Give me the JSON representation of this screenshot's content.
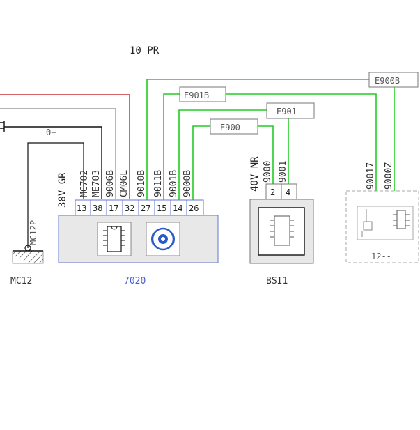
{
  "diagram": {
    "title": "10 PR",
    "connectors": {
      "e900b": "E900B",
      "e901b": "E901B",
      "e901": "E901",
      "e900": "E900"
    },
    "ground": {
      "label": "MC12",
      "wire": "MC12P",
      "ground_symbol": "Θ−"
    },
    "module_7020": {
      "name": "7020",
      "harness": "38V GR",
      "wires": [
        "MC702",
        "ME703",
        "9006B",
        "CM06L",
        "9010B",
        "9011B",
        "9001B",
        "9000B"
      ],
      "pins": [
        "13",
        "38",
        "17",
        "32",
        "27",
        "15",
        "14",
        "26"
      ]
    },
    "module_bsi": {
      "name": "BSI1",
      "harness": "40V NR",
      "wires": [
        "9000",
        "9001"
      ],
      "pins": [
        "2",
        "4"
      ]
    },
    "module_right": {
      "name": "12--",
      "wires": [
        "90017",
        "9000Z"
      ]
    },
    "colors": {
      "green": "#22cc22",
      "red": "#cc3333",
      "black": "#111111",
      "grey": "#888888",
      "module_border": "#6677cc",
      "module_fill": "#e8e8e8"
    },
    "icons": [
      "ic-chip-icon",
      "abs-icon",
      "ground-icon",
      "relay-icon"
    ]
  }
}
